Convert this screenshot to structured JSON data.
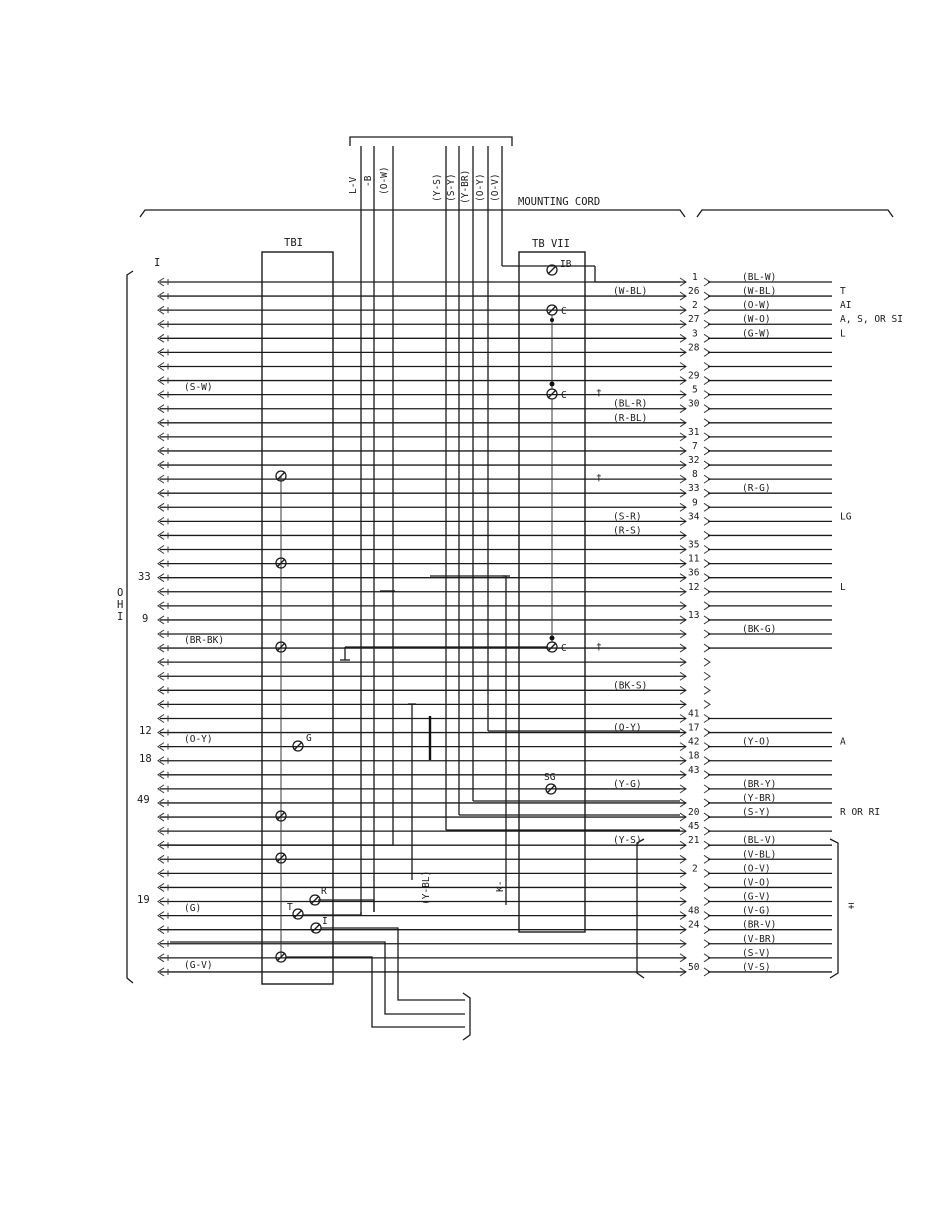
{
  "cable_codes": [
    "L-V",
    "-B",
    "(O-W)",
    "(Y-S)",
    "(S-Y)",
    "(Y-BR)",
    "(O-Y)",
    "(O-V)"
  ],
  "titles": {
    "mounting_cord": "MOUNTING CORD",
    "tb1": "TBI",
    "tb7": "TB VII",
    "ohi": "O H I",
    "top_row": "I"
  },
  "tb7_terminals": {
    "ib": "IB",
    "c1": "C",
    "c2": "C",
    "c3": "C",
    "sg": "SG"
  },
  "tb1_terminals": {
    "g": "G",
    "r": "R",
    "t": "T",
    "one": "I"
  },
  "left_numbers": {
    "n33": "33",
    "n9": "9",
    "n12": "12",
    "n18": "18",
    "n49": "49",
    "n19": "19"
  },
  "left_wires": {
    "sw": "(S-W)",
    "brbk": "(BR-BK)",
    "oy": "(O-Y)",
    "g": "(G)",
    "gv": "(G-V)"
  },
  "mid_wires": [
    {
      "row": 2,
      "label": "(W-BL)"
    },
    {
      "row": 10,
      "label": "(BL-R)"
    },
    {
      "row": 11,
      "label": "(R-BL)"
    },
    {
      "row": 18,
      "label": "(S-R)"
    },
    {
      "row": 19,
      "label": "(R-S)"
    },
    {
      "row": 30,
      "label": "(BK-S)"
    },
    {
      "row": 33,
      "label": "(O-Y)"
    },
    {
      "row": 37,
      "label": "(Y-G)"
    },
    {
      "row": 41,
      "label": "(Y-S)"
    }
  ],
  "plug_numbers": [
    {
      "row": 1,
      "label": "1"
    },
    {
      "row": 2,
      "label": "26"
    },
    {
      "row": 3,
      "label": "2"
    },
    {
      "row": 4,
      "label": "27"
    },
    {
      "row": 5,
      "label": "3"
    },
    {
      "row": 6,
      "label": "28"
    },
    {
      "row": 8,
      "label": "29"
    },
    {
      "row": 9,
      "label": "5"
    },
    {
      "row": 10,
      "label": "30"
    },
    {
      "row": 12,
      "label": "31"
    },
    {
      "row": 13,
      "label": "7"
    },
    {
      "row": 14,
      "label": "32"
    },
    {
      "row": 15,
      "label": "8"
    },
    {
      "row": 16,
      "label": "33"
    },
    {
      "row": 17,
      "label": "9"
    },
    {
      "row": 18,
      "label": "34"
    },
    {
      "row": 20,
      "label": "35"
    },
    {
      "row": 21,
      "label": "11"
    },
    {
      "row": 22,
      "label": "36"
    },
    {
      "row": 23,
      "label": "12"
    },
    {
      "row": 25,
      "label": "13"
    },
    {
      "row": 32,
      "label": "41"
    },
    {
      "row": 33,
      "label": "17"
    },
    {
      "row": 34,
      "label": "42"
    },
    {
      "row": 35,
      "label": "18"
    },
    {
      "row": 36,
      "label": "43"
    },
    {
      "row": 39,
      "label": "20"
    },
    {
      "row": 40,
      "label": "45"
    },
    {
      "row": 41,
      "label": "21"
    },
    {
      "row": 43,
      "label": "2"
    },
    {
      "row": 46,
      "label": "48"
    },
    {
      "row": 47,
      "label": "24"
    },
    {
      "row": 50,
      "label": "50"
    }
  ],
  "right_wires": [
    {
      "row": 1,
      "label": "(BL-W)"
    },
    {
      "row": 2,
      "label": "(W-BL)"
    },
    {
      "row": 3,
      "label": "(O-W)"
    },
    {
      "row": 4,
      "label": "(W-O)"
    },
    {
      "row": 5,
      "label": "(G-W)"
    },
    {
      "row": 16,
      "label": "(R-G)"
    },
    {
      "row": 26,
      "label": "(BK-G)"
    },
    {
      "row": 34,
      "label": "(Y-O)"
    },
    {
      "row": 37,
      "label": "(BR-Y)"
    },
    {
      "row": 38,
      "label": "(Y-BR)"
    },
    {
      "row": 39,
      "label": "(S-Y)"
    },
    {
      "row": 41,
      "label": "(BL-V)"
    },
    {
      "row": 42,
      "label": "(V-BL)"
    },
    {
      "row": 43,
      "label": "(O-V)"
    },
    {
      "row": 44,
      "label": "(V-O)"
    },
    {
      "row": 45,
      "label": "(G-V)"
    },
    {
      "row": 46,
      "label": "(V-G)"
    },
    {
      "row": 47,
      "label": "(BR-V)"
    },
    {
      "row": 48,
      "label": "(V-BR)"
    },
    {
      "row": 49,
      "label": "(S-V)"
    },
    {
      "row": 50,
      "label": "(V-S)"
    }
  ],
  "far_right_labels": [
    {
      "row": 2,
      "label": "T"
    },
    {
      "row": 3,
      "label": "AI"
    },
    {
      "row": 4,
      "label": "A, S, OR SI"
    },
    {
      "row": 5,
      "label": "L"
    },
    {
      "row": 18,
      "label": "LG"
    },
    {
      "row": 23,
      "label": "L"
    },
    {
      "row": 34,
      "label": "A"
    },
    {
      "row": 39,
      "label": "R OR RI"
    }
  ],
  "drop_labels": {
    "ybl": "(Y-BL)",
    "k": "K-"
  },
  "misc": {
    "dagger": "†",
    "bracket_symbol": "∓"
  }
}
